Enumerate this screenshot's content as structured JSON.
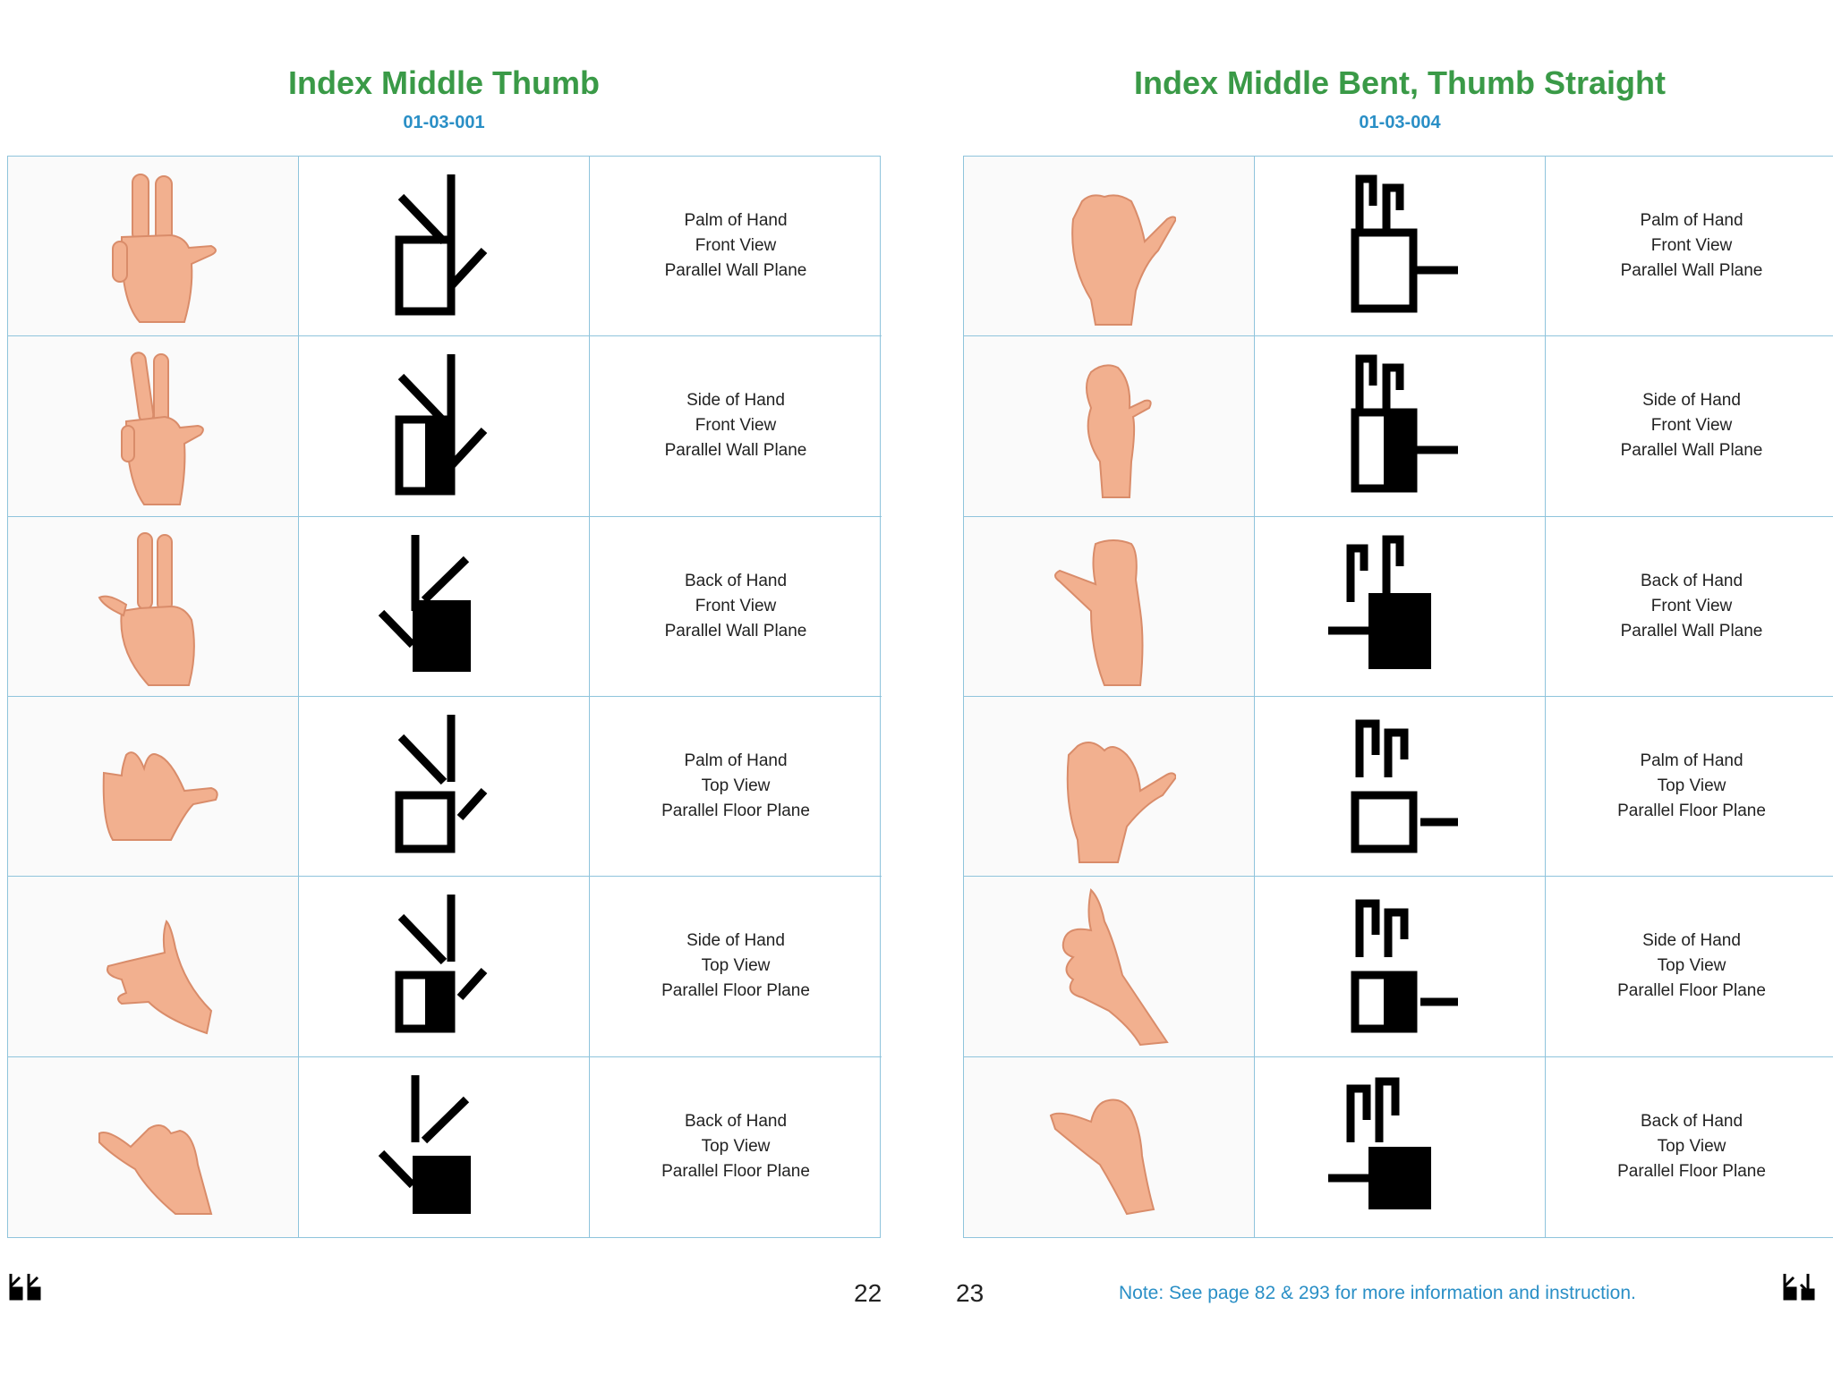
{
  "pages": [
    {
      "title": "Index Middle Thumb",
      "code": "01-03-001",
      "page_number": "22",
      "rows": [
        {
          "side": "Palm of Hand",
          "view": "Front View",
          "plane": "Parallel Wall Plane"
        },
        {
          "side": "Side of Hand",
          "view": "Front View",
          "plane": "Parallel Wall Plane"
        },
        {
          "side": "Back of Hand",
          "view": "Front View",
          "plane": "Parallel Wall Plane"
        },
        {
          "side": "Palm of Hand",
          "view": "Top View",
          "plane": "Parallel Floor Plane"
        },
        {
          "side": "Side of Hand",
          "view": "Top View",
          "plane": "Parallel Floor Plane"
        },
        {
          "side": "Back of Hand",
          "view": "Top View",
          "plane": "Parallel Floor Plane"
        }
      ]
    },
    {
      "title": "Index Middle Bent, Thumb Straight",
      "code": "01-03-004",
      "page_number": "23",
      "rows": [
        {
          "side": "Palm of Hand",
          "view": "Front View",
          "plane": "Parallel Wall Plane"
        },
        {
          "side": "Side of Hand",
          "view": "Front View",
          "plane": "Parallel Wall Plane"
        },
        {
          "side": "Back of Hand",
          "view": "Front View",
          "plane": "Parallel Wall Plane"
        },
        {
          "side": "Palm of Hand",
          "view": "Top View",
          "plane": "Parallel Floor Plane"
        },
        {
          "side": "Side of Hand",
          "view": "Top View",
          "plane": "Parallel Floor Plane"
        },
        {
          "side": "Back of Hand",
          "view": "Top View",
          "plane": "Parallel Floor Plane"
        }
      ]
    }
  ],
  "footer": {
    "note": "Note: See page 82 & 293 for more information and instruction."
  },
  "colors": {
    "title": "#3a9a47",
    "code": "#2a8fc6",
    "grid_line": "#8fc4dc",
    "skin": "#f2b08f",
    "skin_shadow": "#d98c6a"
  },
  "icons": {
    "left_nav": "signwriting-double-hand-icon",
    "right_nav": "signwriting-hand-arrow-icon"
  }
}
